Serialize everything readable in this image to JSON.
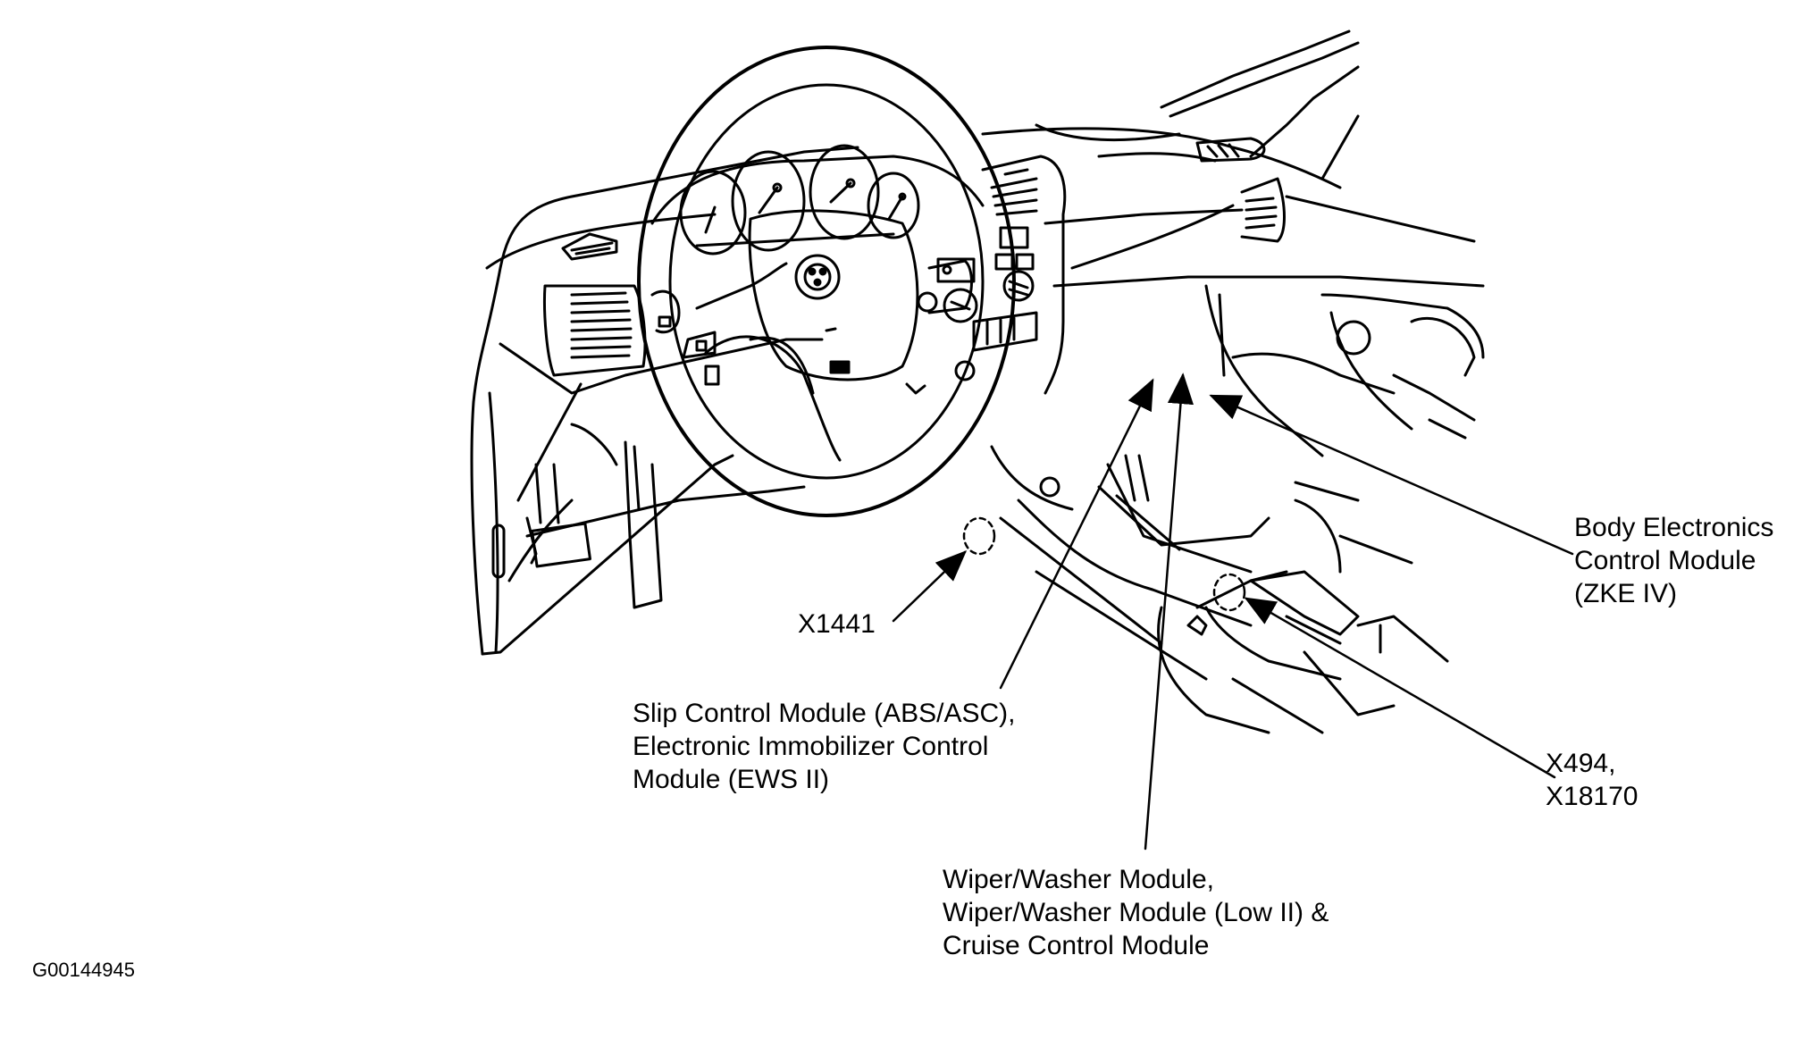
{
  "figure": {
    "id": "G00144945",
    "subject": "Dashboard and center console line drawing with module locations",
    "line_color": "#000000",
    "background_color": "#ffffff"
  },
  "callouts": [
    {
      "key": "x1441",
      "lines": [
        "X1441"
      ]
    },
    {
      "key": "slip-control",
      "lines": [
        "Slip Control Module (ABS/ASC),",
        "Electronic Immobilizer Control",
        "Module (EWS II)"
      ]
    },
    {
      "key": "wiper-washer",
      "lines": [
        "Wiper/Washer Module,",
        "Wiper/Washer Module (Low II) &",
        "Cruise Control Module"
      ]
    },
    {
      "key": "body-electronics",
      "lines": [
        "Body Electronics",
        "Control Module",
        "(ZKE IV)"
      ]
    },
    {
      "key": "x494",
      "lines": [
        "X494,",
        "X18170"
      ]
    }
  ]
}
